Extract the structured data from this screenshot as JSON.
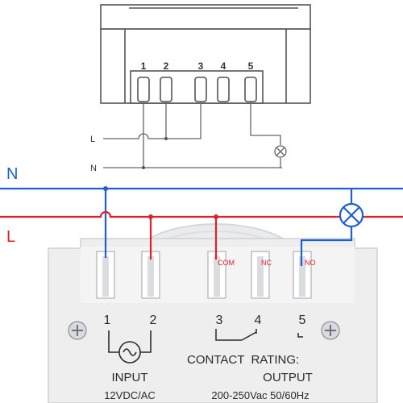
{
  "schematic": {
    "terminals": [
      "1",
      "2",
      "3",
      "4",
      "5"
    ],
    "line_label": "L",
    "neutral_label": "N"
  },
  "wiring": {
    "neutral_label": "N",
    "line_label": "L",
    "neutral_color": "#1f5fd0",
    "line_color": "#e0202a",
    "lamp_symbol": "lamp-icon"
  },
  "device": {
    "terminal_numbers": [
      "1",
      "2",
      "3",
      "4",
      "5"
    ],
    "contact_labels": [
      "COM",
      "NC",
      "NO"
    ],
    "contact_label_color": "#e0202a",
    "contact_rating_label": "CONTACT  RATING:",
    "input_label": "INPUT",
    "input_voltage": "12VDC/AC",
    "output_label": "OUTPUT",
    "output_rating": "200-250Vac 50/60Hz"
  }
}
